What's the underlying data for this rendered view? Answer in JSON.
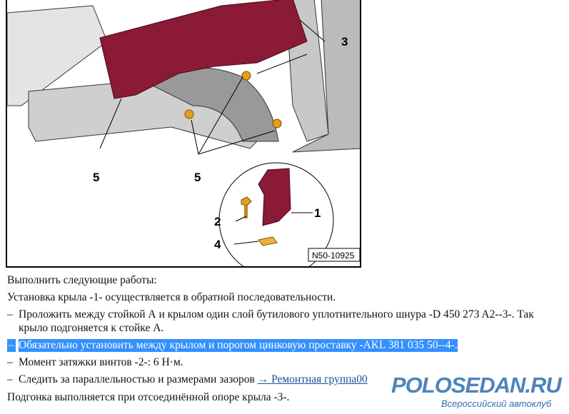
{
  "figure": {
    "callouts": {
      "c1": "1",
      "c2": "2",
      "c3": "3",
      "c4": "4",
      "c5a": "5",
      "c5b": "5"
    },
    "figure_id": "N50-10925",
    "colors": {
      "fender": "#8a1a35",
      "bolt": "#e0a020"
    }
  },
  "text": {
    "intro": "Выполнить следующие работы:",
    "install": "Установка крыла -1- осуществляется в обратной последовательности.",
    "bullets": [
      {
        "dash": "–",
        "line1": "Проложить между стойкой А и крылом один слой бутилового уплотнительного шнура -D 450 273 A2--3-. Так",
        "line2": "крыло подгоняется к стойке А."
      },
      {
        "dash": "–",
        "line1": "Обязательно установить между крылом и порогом цинковую проставку -AKL 381 035 50--4-."
      },
      {
        "dash": "–",
        "line1": "Момент затяжки винтов -2-: 6 Н·м."
      },
      {
        "dash": "–",
        "line1": "Следить за параллельностью и размерами зазоров ",
        "link": "→ Ремонтная группа00"
      }
    ],
    "footer": "Подгонка выполняется при отсоединённой опоре крыла -3-."
  },
  "watermark": {
    "main": "POLOSEDAN.RU",
    "sub": "Всероссийский автоклуб"
  }
}
